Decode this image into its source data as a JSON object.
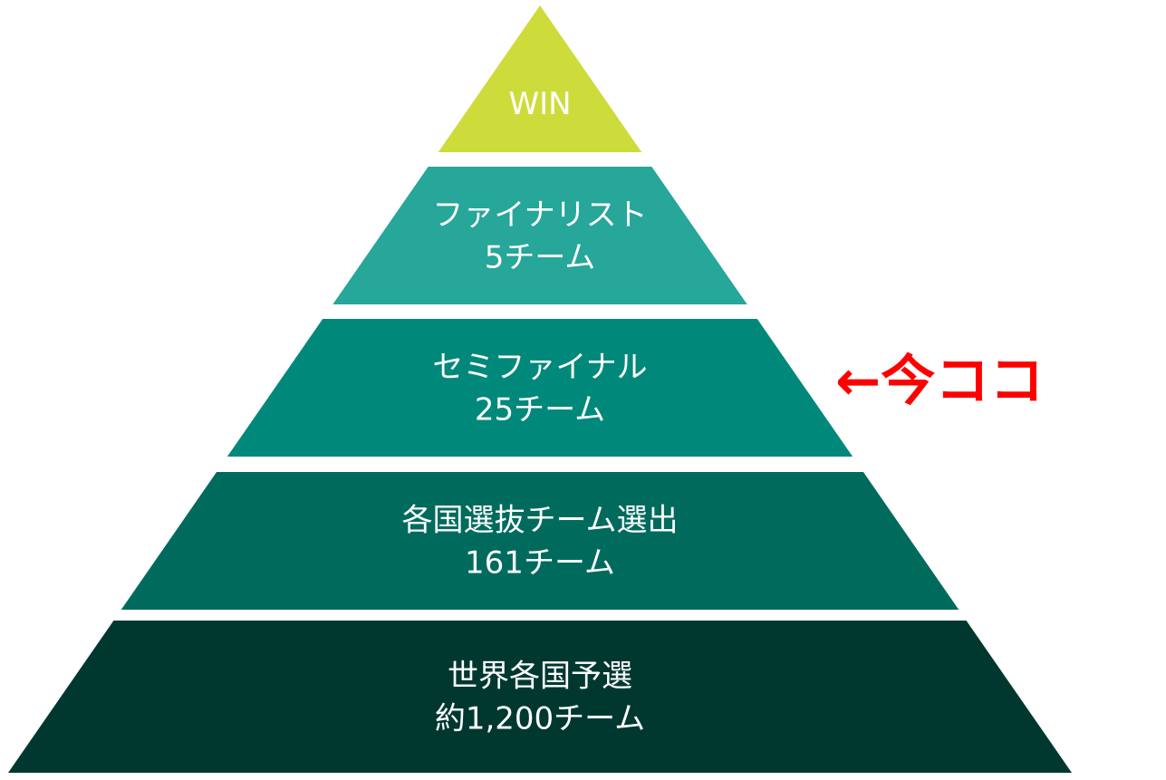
{
  "tiers": [
    {
      "lines": [
        "WIN"
      ],
      "color": "#cddc3a"
    },
    {
      "lines": [
        "ファイナリスト",
        "5チーム"
      ],
      "color": "#27a69a"
    },
    {
      "lines": [
        "セミファイナル",
        "25チーム"
      ],
      "color": "#00897b"
    },
    {
      "lines": [
        "各国選抜チーム選出",
        "161チーム"
      ],
      "color": "#006b5d"
    },
    {
      "lines": [
        "世界各国予選",
        "約1,200チーム"
      ],
      "color": "#003830"
    }
  ],
  "marker": {
    "text": "←今ココ",
    "color": "#ff0000",
    "tier_index": 2
  }
}
